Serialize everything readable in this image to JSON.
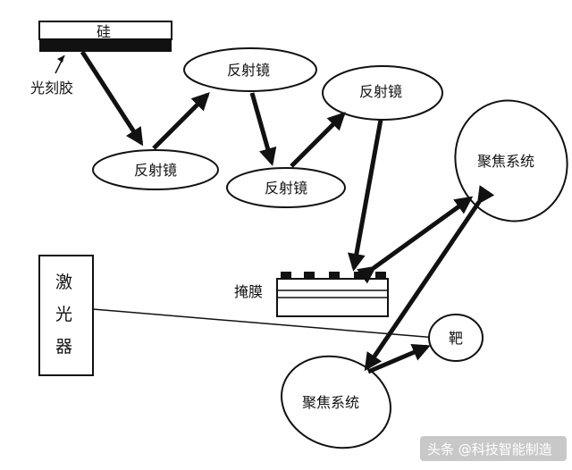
{
  "diagram": {
    "silicon": "硅",
    "photoresist": "光刻胶",
    "mirrors": [
      "反射镜",
      "反射镜",
      "反射镜",
      "反射镜"
    ],
    "focusing_system": "聚焦系统",
    "mask": "掩膜",
    "laser": [
      "激",
      "光",
      "器"
    ],
    "target": "靶"
  },
  "watermark": "头条 @科技智能制造",
  "colors": {
    "ink": "#111111",
    "paper": "#ffffff"
  }
}
